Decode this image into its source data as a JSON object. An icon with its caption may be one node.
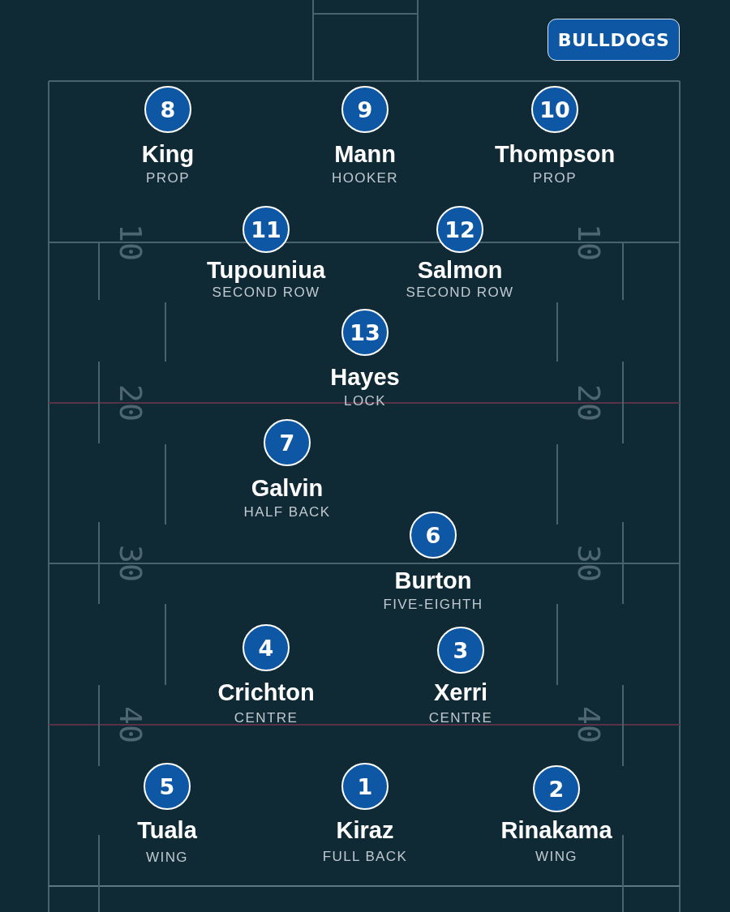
{
  "diagram": {
    "nodes": [
      {
        "text": [
          "BULLDOGS"
        ]
      },
      {
        "text": [
          "8"
        ],
        "beside": [
          "King",
          "PROP"
        ]
      },
      {
        "text": [
          "9"
        ],
        "beside": [
          "Mann",
          "HOOKER"
        ]
      },
      {
        "text": [
          "10"
        ],
        "beside": [
          "Thompson",
          "PROP"
        ]
      },
      {
        "text": [
          "11"
        ],
        "beside": [
          "Tupouniua",
          "SECOND ROW"
        ]
      },
      {
        "text": [
          "12"
        ],
        "beside": [
          "Salmon",
          "SECOND ROW"
        ]
      },
      {
        "text": [
          "13"
        ],
        "beside": [
          "Hayes",
          "LOCK"
        ]
      },
      {
        "text": [
          "7"
        ],
        "beside": [
          "Galvin",
          "HALF BACK"
        ]
      },
      {
        "text": [
          "6"
        ],
        "beside": [
          "Burton",
          "FIVE-EIGHTH"
        ]
      },
      {
        "text": [
          "4"
        ],
        "beside": [
          "Crichton",
          "CENTRE"
        ]
      },
      {
        "text": [
          "3"
        ],
        "beside": [
          "Xerri",
          "CENTRE"
        ]
      },
      {
        "text": [
          "5"
        ],
        "beside": [
          "Tuala",
          "WING"
        ]
      },
      {
        "text": [
          "1"
        ],
        "beside": [
          "Kiraz",
          "FULL BACK"
        ]
      },
      {
        "text": [
          "2"
        ],
        "beside": [
          "Rinakama",
          "WING"
        ]
      }
    ],
    "labels": [
      "10",
      "10",
      "20",
      "20",
      "30",
      "30",
      "40",
      "40"
    ]
  }
}
